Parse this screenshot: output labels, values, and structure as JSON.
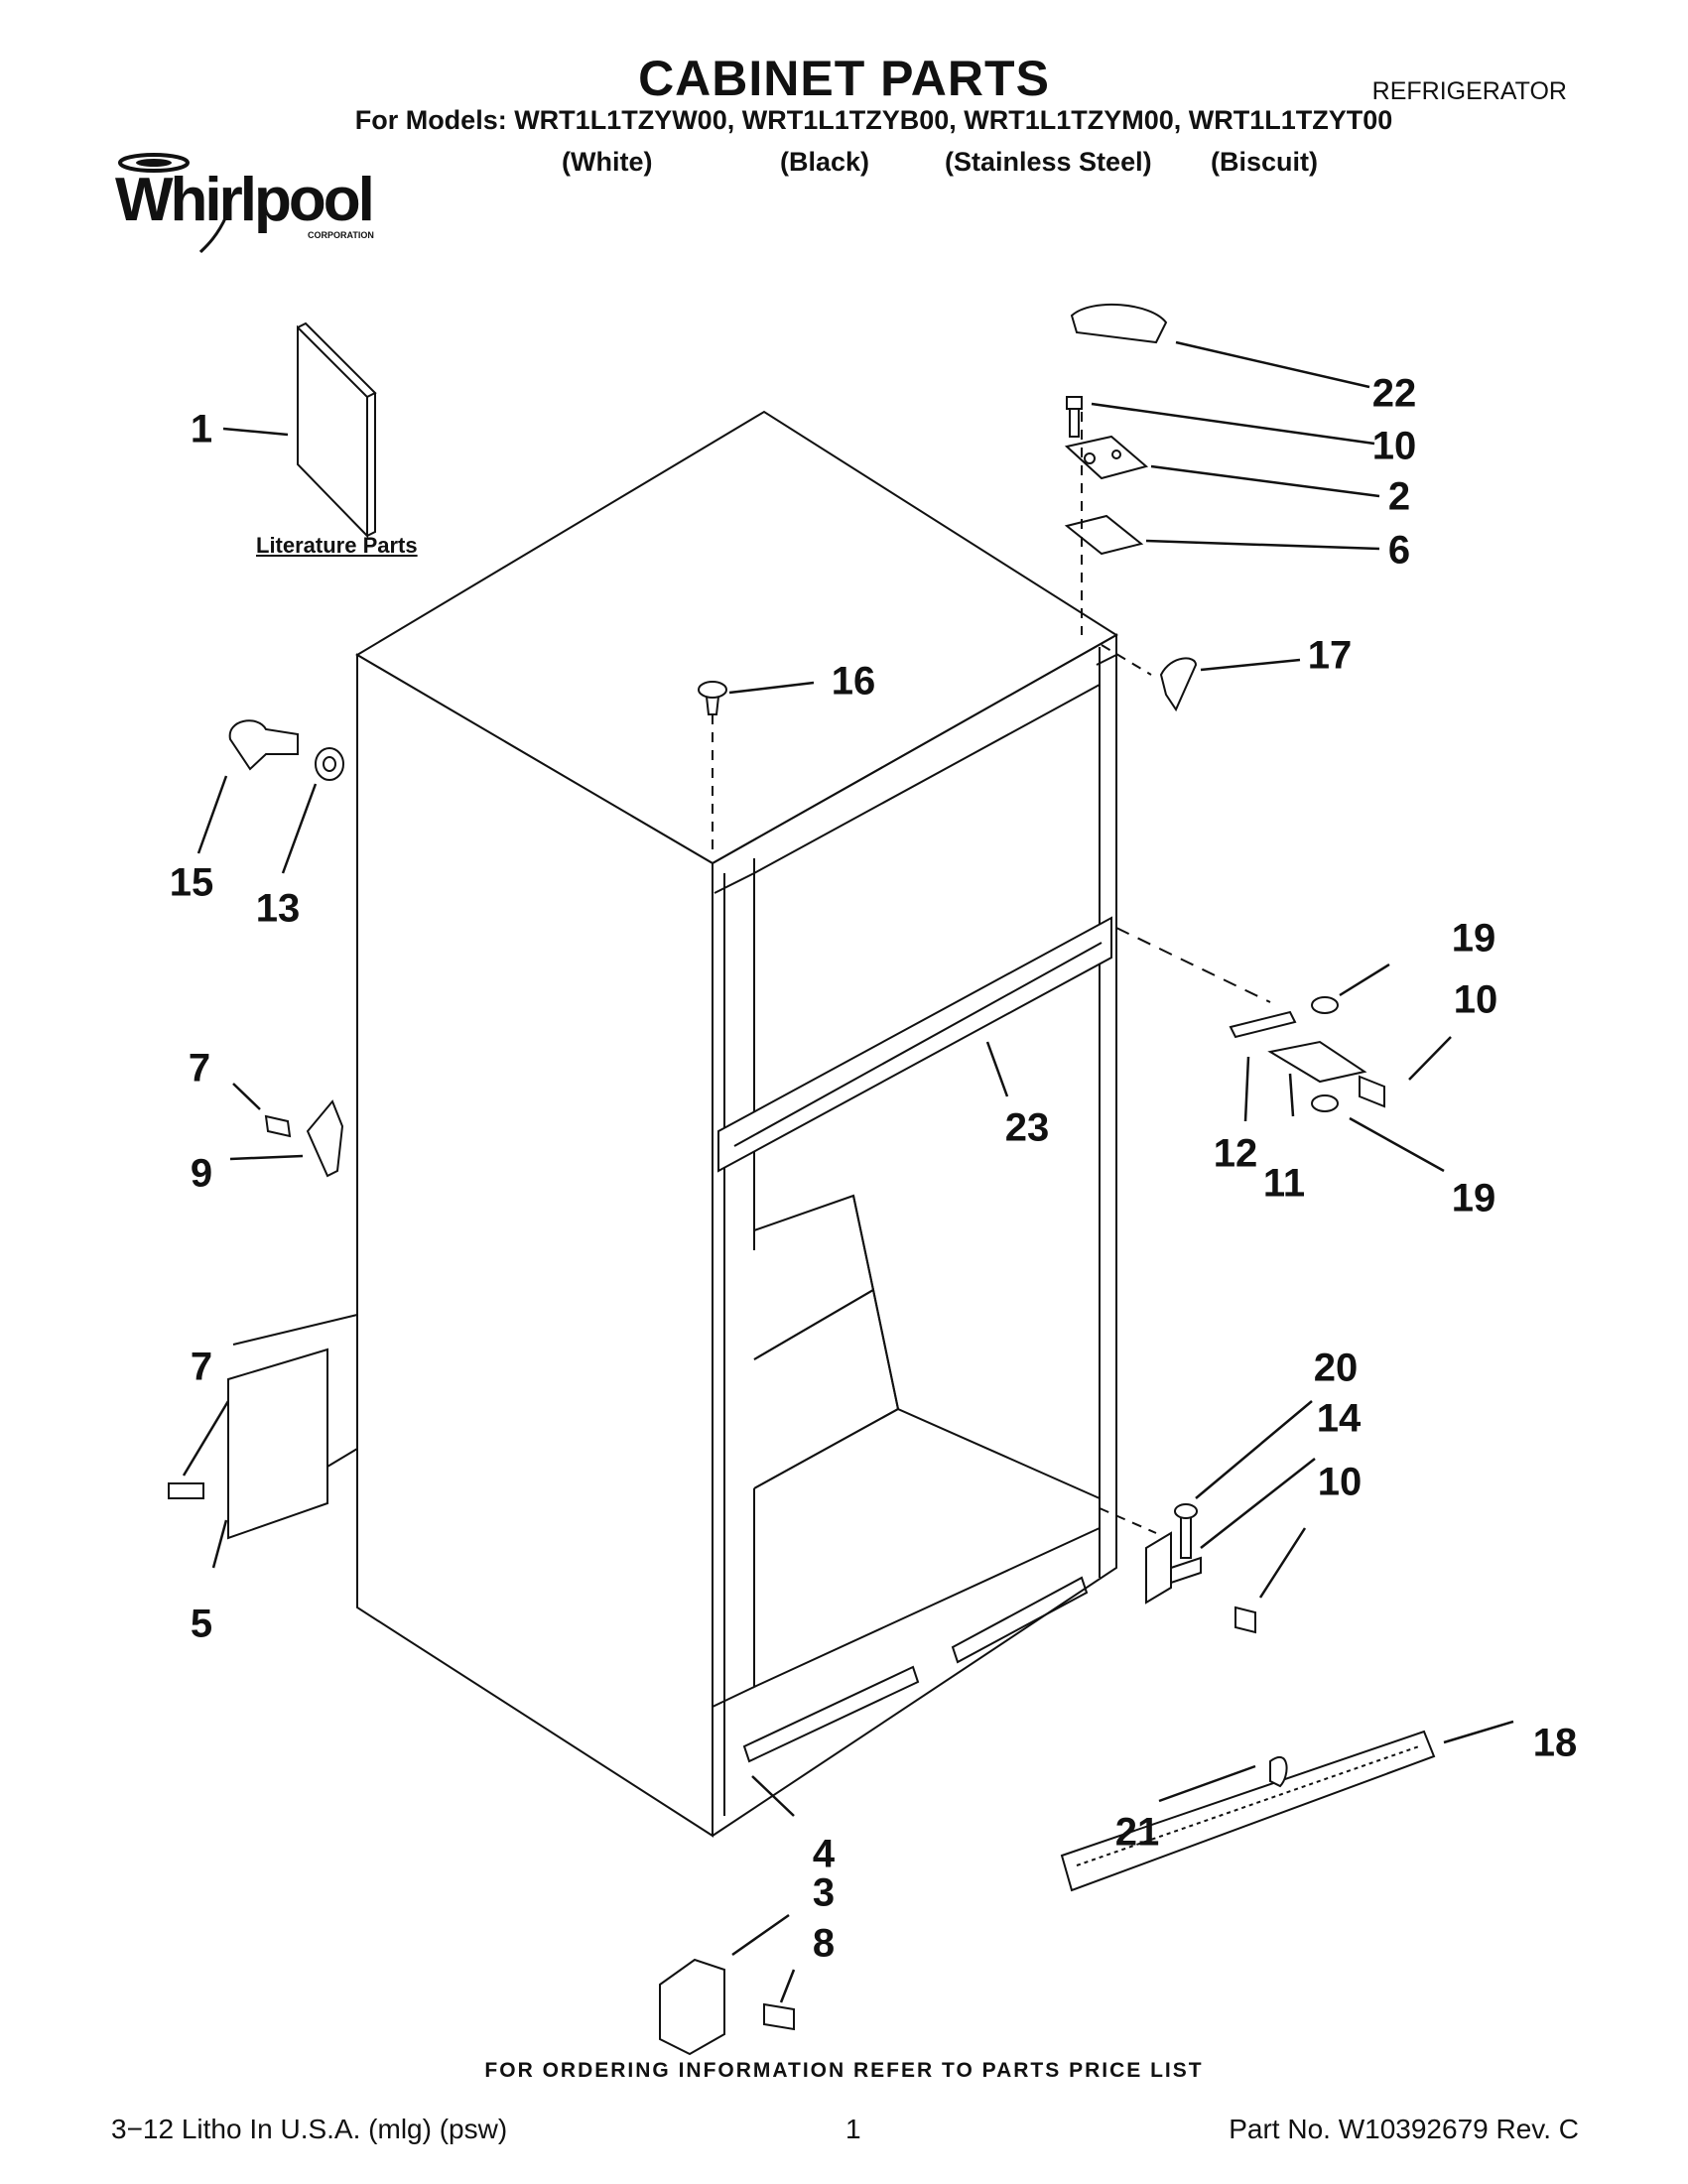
{
  "header": {
    "title": "CABINET PARTS",
    "doc_type": "REFRIGERATOR",
    "models_line": "For Models: WRT1L1TZYW00, WRT1L1TZYB00, WRT1L1TZYM00, WRT1L1TZYT00",
    "variants": [
      "(White)",
      "(Black)",
      "(Stainless Steel)",
      "(Biscuit)"
    ]
  },
  "logo": {
    "brand": "Whirlpool",
    "sub": "CORPORATION"
  },
  "diagram": {
    "literature_label": "Literature Parts",
    "callouts": [
      "1",
      "22",
      "10",
      "2",
      "6",
      "16",
      "17",
      "15",
      "13",
      "19",
      "10",
      "12",
      "11",
      "19",
      "23",
      "7",
      "9",
      "7",
      "5",
      "20",
      "14",
      "10",
      "4",
      "3",
      "8",
      "21",
      "18"
    ]
  },
  "footer": {
    "ordering_note": "FOR ORDERING INFORMATION REFER TO PARTS PRICE LIST",
    "litho": "3−12 Litho In U.S.A. (mlg) (psw)",
    "page": "1",
    "part_no": "Part No. W10392679 Rev. C"
  }
}
